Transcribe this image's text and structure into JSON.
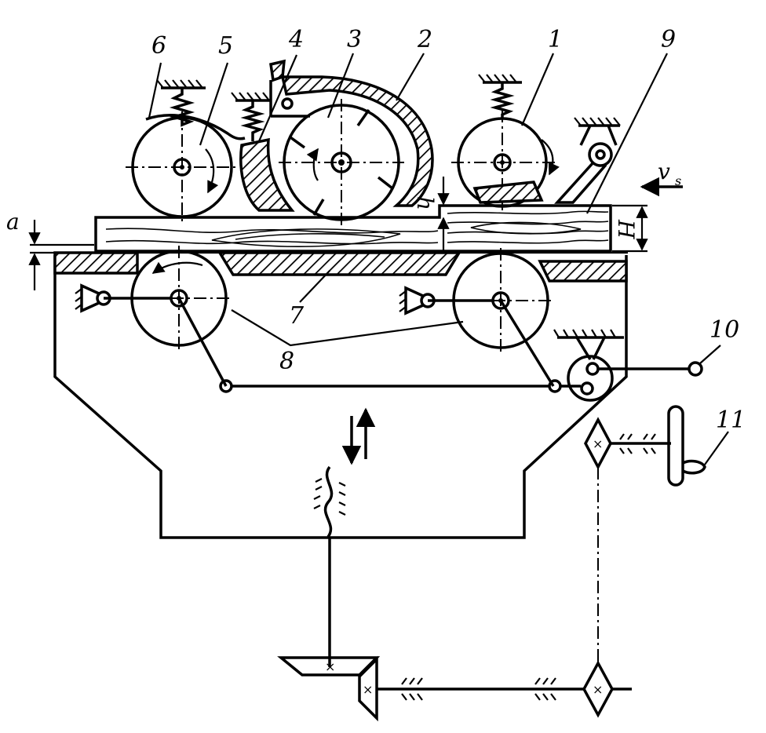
{
  "labels": {
    "l1": "1",
    "l2": "2",
    "l3": "3",
    "l4": "4",
    "l5": "5",
    "l6": "6",
    "l7": "7",
    "l8": "8",
    "l9": "9",
    "l10": "10",
    "l11": "11"
  },
  "dims": {
    "a": "a",
    "h": "h",
    "H": "H",
    "v": "v",
    "v_sub": "s"
  }
}
